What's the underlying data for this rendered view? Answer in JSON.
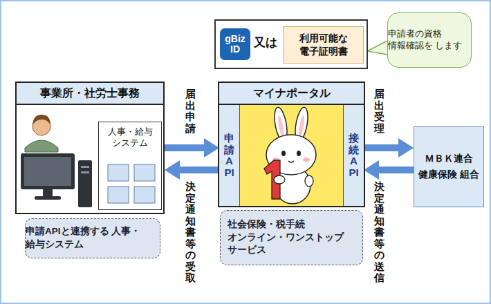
{
  "diagram": {
    "nodes": [
      {
        "text": [
          "又は"
        ]
      },
      {
        "text": [
          "gBiz ID"
        ],
        "in": 0
      },
      {
        "text": [
          "利用可能な 電子証明書"
        ],
        "in": 0
      },
      {
        "text": [
          "申請者の資格 情報確認を します"
        ]
      },
      {
        "text": [
          "事業所・社労士事務"
        ]
      },
      {
        "text": [
          "人事・給与 システム"
        ],
        "in": 4
      },
      {
        "text": [
          "申請APIと連携する 人事・給与システム"
        ]
      },
      {
        "text": [
          "マイナポータル"
        ]
      },
      {
        "text": [
          "申請API"
        ],
        "in": 7
      },
      {
        "text": [
          "接続API"
        ],
        "in": 7
      },
      {
        "text": [
          "社会保険・税手続 オンライン・ワンストップ サービス"
        ]
      },
      {
        "text": [
          "ＭＢＫ連合 健康保険 組合"
        ]
      }
    ],
    "edges": [
      {
        "from": 4,
        "to": 8,
        "label": "届出申請",
        "arrow": "to"
      },
      {
        "from": 8,
        "to": 4,
        "label": "決定通知書等の受取",
        "arrow": "to"
      },
      {
        "from": 9,
        "to": 11,
        "label": "届出受理",
        "arrow": "to"
      },
      {
        "from": 11,
        "to": 9,
        "label": "決定通知書等の送信",
        "arrow": "to"
      }
    ]
  }
}
